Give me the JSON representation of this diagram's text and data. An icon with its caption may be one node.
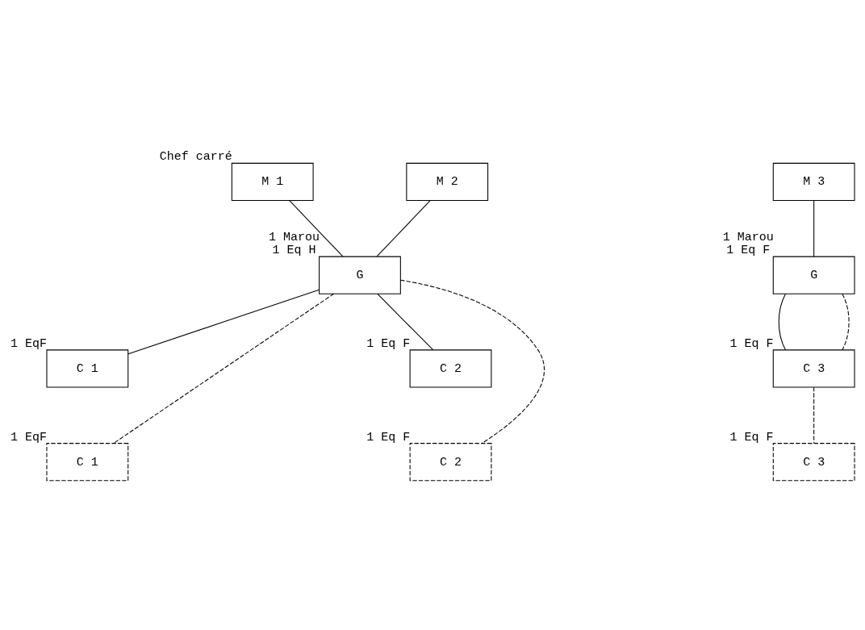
{
  "diagram": {
    "nodes": [
      {
        "text": [
          "M 1"
        ],
        "beside": [
          "Chef carré"
        ]
      },
      {
        "text": [
          "M 2"
        ]
      },
      {
        "text": [
          "M 3"
        ]
      },
      {
        "text": [
          "G"
        ],
        "beside": [
          "1 Marou",
          "1 Eq H"
        ]
      },
      {
        "text": [
          "G"
        ],
        "beside": [
          "1 Marou",
          "1 Eq F"
        ]
      },
      {
        "text": [
          "C 1"
        ],
        "beside": [
          "1 EqF"
        ]
      },
      {
        "text": [
          "C 2"
        ],
        "beside": [
          "1 Eq F"
        ]
      },
      {
        "text": [
          "C 3"
        ],
        "beside": [
          "1 Eq F"
        ]
      },
      {
        "text": [
          "C 1"
        ],
        "beside": [
          "1 EqF"
        ]
      },
      {
        "text": [
          "C 2"
        ],
        "beside": [
          "1 Eq F"
        ]
      },
      {
        "text": [
          "C 3"
        ],
        "beside": [
          "1 Eq F"
        ]
      }
    ],
    "edges": [
      {
        "from": 0,
        "to": 3,
        "arrow": "none"
      },
      {
        "from": 1,
        "to": 3,
        "arrow": "none"
      },
      {
        "from": 2,
        "to": 4,
        "arrow": "none"
      },
      {
        "from": 3,
        "to": 5,
        "arrow": "none"
      },
      {
        "from": 3,
        "to": 8,
        "arrow": "none",
        "style": "dashed"
      },
      {
        "from": 3,
        "to": 9,
        "arrow": "none",
        "style": "dashed"
      },
      {
        "from": 3,
        "to": 6,
        "arrow": "none"
      },
      {
        "from": 4,
        "to": 7,
        "arrow": "none"
      },
      {
        "from": 4,
        "to": 7,
        "arrow": "none",
        "style": "dashed"
      },
      {
        "from": 7,
        "to": 10,
        "arrow": "none",
        "style": "dashed"
      }
    ]
  }
}
